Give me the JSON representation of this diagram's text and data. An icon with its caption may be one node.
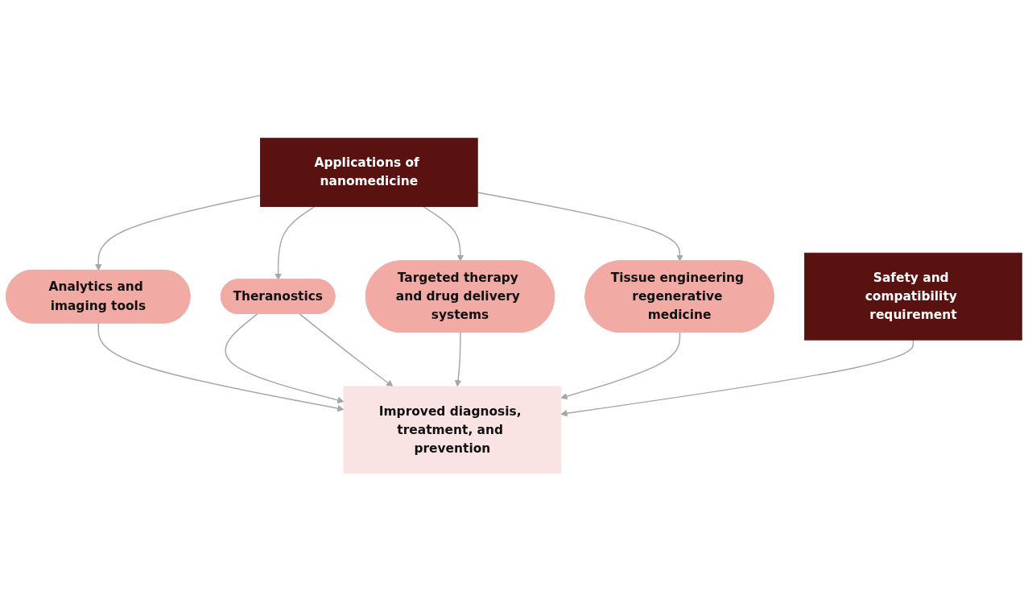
{
  "diagram": {
    "nodes": [
      {
        "text": [
          "Applications of nanomedicine"
        ]
      },
      {
        "text": [
          "Theranostics"
        ]
      },
      {
        "text": [
          "Targeted therapy and drug delivery systems"
        ]
      },
      {
        "text": [
          "Analytics and imaging tools"
        ]
      },
      {
        "text": [
          "Tissue engineering regenerative medicine"
        ]
      },
      {
        "text": [
          "Improved diagnosis, treatment, and prevention"
        ]
      },
      {
        "text": [
          "Safety and compatibility requirement"
        ]
      }
    ],
    "edges": [
      {
        "from": 0,
        "to": 3,
        "arrow": "to"
      },
      {
        "from": 0,
        "to": 1,
        "arrow": "to"
      },
      {
        "from": 0,
        "to": 2,
        "arrow": "to"
      },
      {
        "from": 0,
        "to": 4,
        "arrow": "to"
      },
      {
        "from": 3,
        "to": 5,
        "arrow": "to"
      },
      {
        "from": 1,
        "to": 5,
        "arrow": "to"
      },
      {
        "from": 1,
        "to": 5,
        "arrow": "to"
      },
      {
        "from": 2,
        "to": 5,
        "arrow": "to"
      },
      {
        "from": 4,
        "to": 5,
        "arrow": "to"
      },
      {
        "from": 6,
        "to": 5,
        "arrow": "to"
      }
    ]
  }
}
